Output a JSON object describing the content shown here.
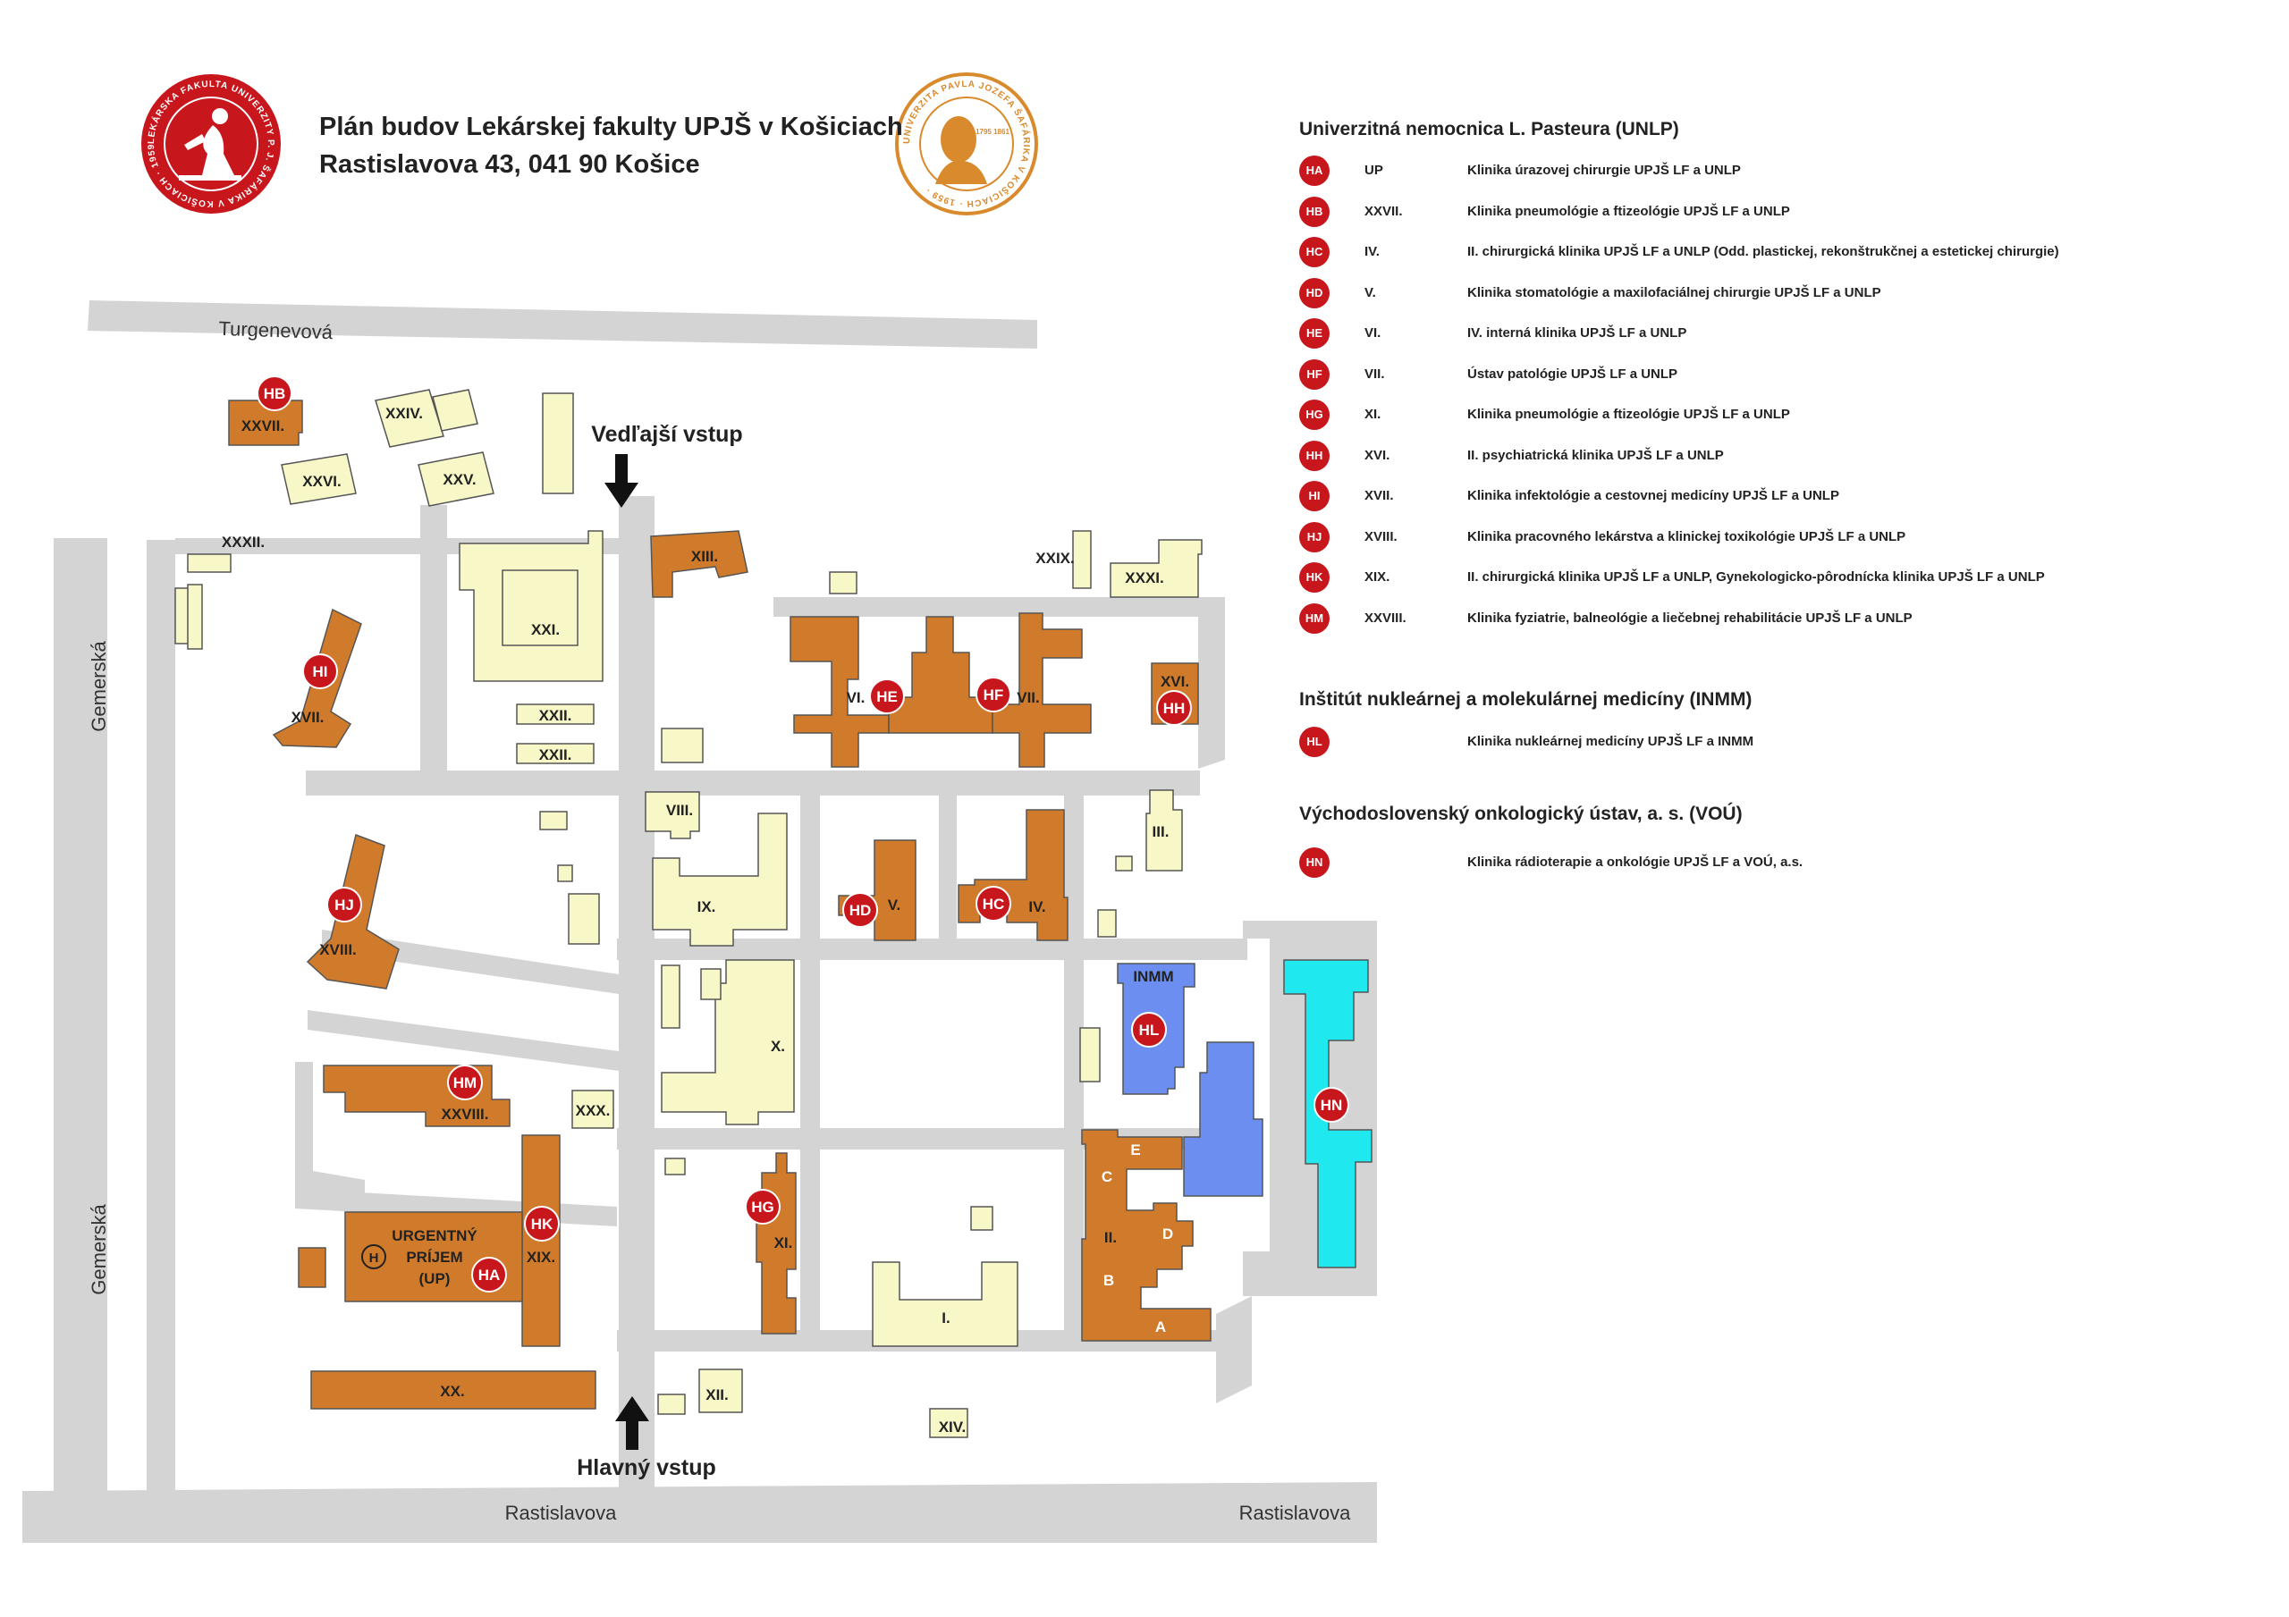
{
  "header": {
    "title_line1": "Plán budov Lekárskej fakulty UPJŠ v Košiciach",
    "title_line2": "Rastislavova 43, 041 90 Košice"
  },
  "logos": {
    "left_seal_text": "LEKÁRSKA FAKULTA UNIVERZITY P. J. ŠAFÁRIKA V KOŠICIACH · 1959 ·",
    "right_seal_text": "UNIVERZITA PAVLA JOZEFA ŠAFÁRIKA V KOŠICIACH · 1959 ·",
    "right_seal_years": "1795 1861"
  },
  "colors": {
    "road": "#d4d4d4",
    "faculty_building": "#d07b2b",
    "other_building": "#f7f7c8",
    "inmm_building": "#6b8ef0",
    "vou_building": "#1fe8ef",
    "marker": "#c8161d",
    "seal_red": "#c8161d",
    "seal_gold": "#d98a2c"
  },
  "streets": {
    "turgenevova": "Turgenevová",
    "gemerska_top": "Gemerská",
    "gemerska_bottom": "Gemerská",
    "rastislavova_left": "Rastislavova",
    "rastislavova_right": "Rastislavova"
  },
  "entrances": {
    "side": "Vedľajší vstup",
    "main": "Hlavný vstup"
  },
  "buildings": {
    "XXVII": "XXVII.",
    "XXIV": "XXIV.",
    "XXVI": "XXVI.",
    "XXV": "XXV.",
    "XXXII": "XXXII.",
    "XXI": "XXI.",
    "XIII": "XIII.",
    "XXIX": "XXIX.",
    "XXXI": "XXXI.",
    "XVII": "XVII.",
    "XXII_a": "XXII.",
    "XXII_b": "XXII.",
    "VI": "VI.",
    "VII": "VII.",
    "XVI": "XVI.",
    "VIII": "VIII.",
    "III": "III.",
    "XVIII": "XVIII.",
    "IX": "IX.",
    "V": "V.",
    "IV": "IV.",
    "INMM": "INMM",
    "X": "X.",
    "XXVIII": "XXVIII.",
    "XXX": "XXX.",
    "XIX": "XIX.",
    "XI": "XI.",
    "II": "II.",
    "I": "I.",
    "XX": "XX.",
    "XII": "XII.",
    "XIV": "XIV.",
    "urgent_l1": "URGENTNÝ",
    "urgent_l2": "PRÍJEM",
    "urgent_l3": "(UP)",
    "heli": "H",
    "sub_A": "A",
    "sub_B": "B",
    "sub_C": "C",
    "sub_D": "D",
    "sub_E": "E"
  },
  "markers": {
    "HA": "HA",
    "HB": "HB",
    "HC": "HC",
    "HD": "HD",
    "HE": "HE",
    "HF": "HF",
    "HG": "HG",
    "HH": "HH",
    "HI": "HI",
    "HJ": "HJ",
    "HK": "HK",
    "HL": "HL",
    "HM": "HM",
    "HN": "HN"
  },
  "legend": {
    "unlp": {
      "heading": "Univerzitná nemocnica L. Pasteura (UNLP)",
      "items": [
        {
          "badge": "HA",
          "code": "UP",
          "text": "Klinika úrazovej chirurgie UPJŠ LF a UNLP"
        },
        {
          "badge": "HB",
          "code": "XXVII.",
          "text": "Klinika pneumológie a ftizeológie UPJŠ LF a UNLP"
        },
        {
          "badge": "HC",
          "code": "IV.",
          "text": "II. chirurgická klinika UPJŠ LF a UNLP (Odd. plastickej, rekonštrukčnej a estetickej chirurgie)"
        },
        {
          "badge": "HD",
          "code": "V.",
          "text": "Klinika stomatológie a maxilofaciálnej chirurgie UPJŠ LF a UNLP"
        },
        {
          "badge": "HE",
          "code": "VI.",
          "text": "IV. interná klinika UPJŠ LF a UNLP"
        },
        {
          "badge": "HF",
          "code": "VII.",
          "text": "Ústav patológie UPJŠ LF a UNLP"
        },
        {
          "badge": "HG",
          "code": "XI.",
          "text": "Klinika pneumológie a ftizeológie UPJŠ LF a UNLP"
        },
        {
          "badge": "HH",
          "code": "XVI.",
          "text": "II. psychiatrická klinika UPJŠ LF a UNLP"
        },
        {
          "badge": "HI",
          "code": "XVII.",
          "text": "Klinika infektológie a cestovnej medicíny UPJŠ LF a UNLP"
        },
        {
          "badge": "HJ",
          "code": "XVIII.",
          "text": "Klinika pracovného lekárstva a klinickej toxikológie UPJŠ LF a UNLP"
        },
        {
          "badge": "HK",
          "code": "XIX.",
          "text": "II. chirurgická klinika UPJŠ LF a UNLP, Gynekologicko-pôrodnícka klinika UPJŠ LF a UNLP"
        },
        {
          "badge": "HM",
          "code": "XXVIII.",
          "text": "Klinika fyziatrie, balneológie a liečebnej rehabilitácie UPJŠ LF a UNLP"
        }
      ]
    },
    "inmm": {
      "heading": "Inštitút nukleárnej a molekulárnej medicíny (INMM)",
      "items": [
        {
          "badge": "HL",
          "code": "",
          "text": "Klinika nukleárnej medicíny UPJŠ LF a INMM"
        }
      ]
    },
    "vou": {
      "heading": "Východoslovenský onkologický ústav, a. s. (VOÚ)",
      "items": [
        {
          "badge": "HN",
          "code": "",
          "text": "Klinika rádioterapie a onkológie UPJŠ LF a VOÚ, a.s."
        }
      ]
    }
  }
}
